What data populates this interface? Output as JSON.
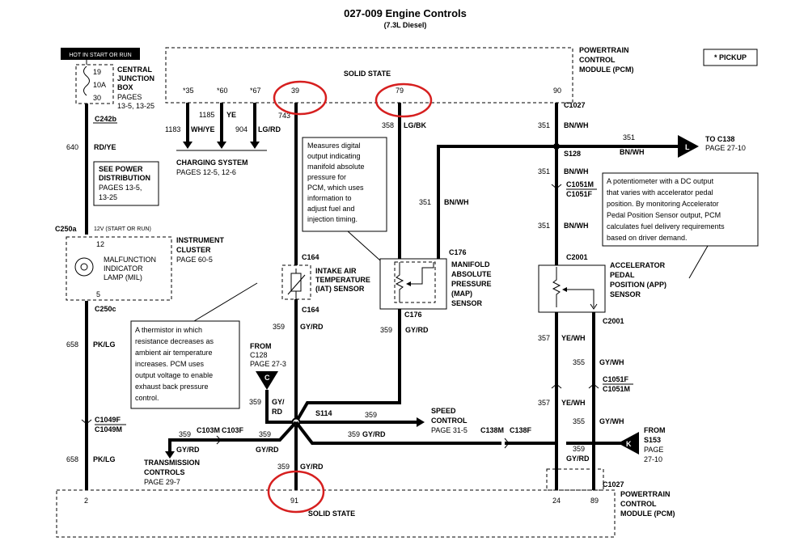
{
  "title": "027-009 Engine Controls",
  "subtitle": "(7.3L Diesel)",
  "hot_label": "HOT IN START OR RUN",
  "pickup_note": "* PICKUP",
  "pcm_top": {
    "name": "POWERTRAIN CONTROL MODULE (PCM)",
    "line1": "POWERTRAIN",
    "line2": "CONTROL",
    "line3": "MODULE (PCM)",
    "state": "SOLID STATE"
  },
  "pcm_bottom": {
    "line1": "POWERTRAIN",
    "line2": "CONTROL",
    "line3": "MODULE (PCM)",
    "state": "SOLID STATE"
  },
  "pins_top": {
    "p35": "*35",
    "p60": "*60",
    "p67": "*67",
    "p39": "39",
    "p79": "79",
    "p90": "90"
  },
  "pins_bottom": {
    "p2": "2",
    "p91": "91",
    "p24": "24",
    "p89": "89"
  },
  "cjb": {
    "l1": "CENTRAL",
    "l2": "JUNCTION",
    "l3": "BOX",
    "l4": "PAGES",
    "l5": "13-5, 13-25",
    "f19": "19",
    "f10a": "10A",
    "f30": "30"
  },
  "power_dist": {
    "l1": "SEE POWER",
    "l2": "DISTRIBUTION",
    "l3": "PAGES 13-5,",
    "l4": "13-25"
  },
  "cluster": {
    "l1": "INSTRUMENT",
    "l2": "CLUSTER",
    "l3": "PAGE 60-5",
    "mil1": "MALFUNCTION",
    "mil2": "INDICATOR",
    "mil3": "LAMP (MIL)",
    "p12": "12",
    "p5": "5",
    "v12": "12V (START OR RUN)"
  },
  "charging": {
    "l1": "CHARGING SYSTEM",
    "l2": "PAGES 12-5, 12-6"
  },
  "iat": {
    "l1": "INTAKE AIR",
    "l2": "TEMPERATURE",
    "l3": "(IAT) SENSOR"
  },
  "map": {
    "l1": "MANIFOLD",
    "l2": "ABSOLUTE",
    "l3": "PRESSURE",
    "l4": "(MAP)",
    "l5": "SENSOR"
  },
  "app": {
    "l1": "ACCELERATOR",
    "l2": "PEDAL",
    "l3": "POSITION (APP)",
    "l4": "SENSOR"
  },
  "map_note": [
    "Measures digital",
    "output indicating",
    "manifold absolute",
    "pressure for",
    "PCM, which uses",
    "information to",
    "adjust fuel and",
    "injection timing."
  ],
  "iat_note": [
    "A thermistor in which",
    "resistance decreases as",
    "ambient air temperature",
    "increases. PCM uses",
    "output voltage to enable",
    "exhaust back pressure",
    "control."
  ],
  "app_note": [
    "A potentiometer with a DC output",
    "that varies with accelerator pedal",
    "position. By monitoring Accelerator",
    "Pedal Position Sensor output, PCM",
    "calculates fuel delivery requirements",
    "based on driver demand."
  ],
  "connectors": {
    "c242b": "C242b",
    "c250a": "C250a",
    "c250c": "C250c",
    "c1049f": "C1049F",
    "c1049m": "C1049M",
    "c164a": "C164",
    "c164b": "C164",
    "c176a": "C176",
    "c176b": "C176",
    "c1027a": "C1027",
    "c1027b": "C1027",
    "s128": "S128",
    "c1051m_a": "C1051M",
    "c1051f_a": "C1051F",
    "c2001a": "C2001",
    "c2001b": "C2001",
    "c1051f_b": "C1051F",
    "c1051m_b": "C1051M",
    "s114": "S114",
    "c103m": "C103M",
    "c103f": "C103F",
    "c138m": "C138M",
    "c138f": "C138F"
  },
  "wires": {
    "w640": "640",
    "rdye": "RD/YE",
    "w658a": "658",
    "pklg_a": "PK/LG",
    "w658b": "658",
    "pklg_b": "PK/LG",
    "w1183": "1183",
    "whye": "WH/YE",
    "w1185": "1185",
    "ye": "YE",
    "w904": "904",
    "lgrd": "LG/RD",
    "w743": "743",
    "w358": "358",
    "lgbk": "LG/BK",
    "w351a": "351",
    "bnwh_a": "BN/WH",
    "w351b": "351",
    "bnwh_b": "BN/WH",
    "w351c": "351",
    "bnwh_c": "BN/WH",
    "w351d": "351",
    "bnwh_d": "BN/WH",
    "w351e": "351",
    "bnwh_e": "BN/WH",
    "w359a": "359",
    "gyrd_a": "GY/RD",
    "w359b": "359",
    "gyrd_b": "GY/RD",
    "w359c": "359",
    "gy": "GY/",
    "rd": "RD",
    "w359d": "359",
    "w359e": "359",
    "gyrd_e": "GY/RD",
    "w359f": "359",
    "gyrd_f": "GY/RD",
    "w359g": "359",
    "gyrd_g": "GY/RD",
    "w359h": "359",
    "gyrd_h": "GY/RD",
    "w359i": "359",
    "gyrd_i": "GY/RD",
    "w357a": "357",
    "yewh_a": "YE/WH",
    "w355a": "355",
    "gywh_a": "GY/WH",
    "w357b": "357",
    "yewh_b": "YE/WH",
    "w355b": "355",
    "gywh_b": "GY/WH"
  },
  "refs": {
    "to_c138_1": "TO C138",
    "to_c138_2": "PAGE 27-10",
    "L": "L",
    "from_c128_1": "FROM",
    "from_c128_2": "C128",
    "from_c128_3": "PAGE 27-3",
    "C": "C",
    "speed1": "SPEED",
    "speed2": "CONTROL",
    "speed3": "PAGE 31-5",
    "trans1": "TRANSMISSION",
    "trans2": "CONTROLS",
    "trans3": "PAGE 29-7",
    "from_s153_1": "FROM",
    "from_s153_2": "S153",
    "from_s153_3": "PAGE",
    "from_s153_4": "27-10",
    "K": "K"
  },
  "colors": {
    "highlight": "#d61f1f",
    "ink": "#000000"
  }
}
